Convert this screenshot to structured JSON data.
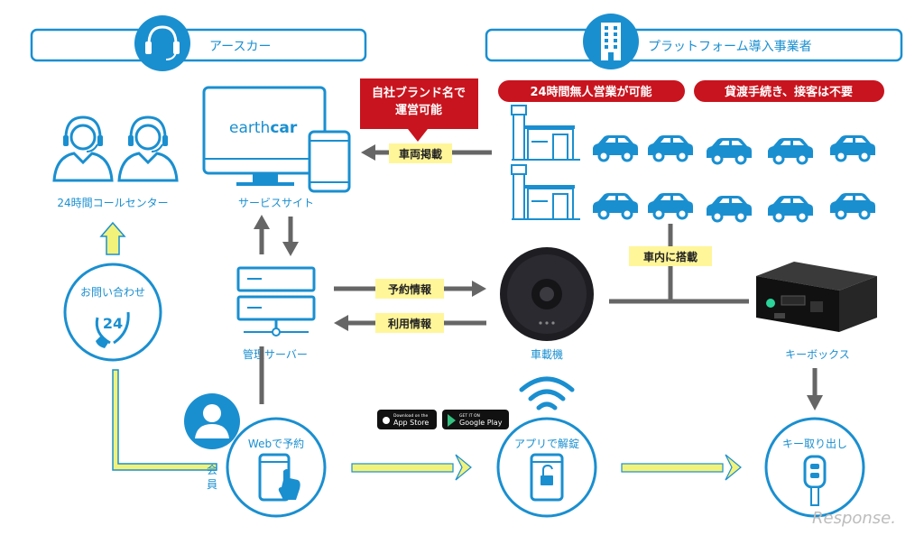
{
  "headers": {
    "left": "アースカー",
    "right": "プラットフォーム導入事業者"
  },
  "callouts": {
    "own_brand": [
      "自社ブランド名で",
      "運営可能"
    ],
    "unmanned": "24時間無人営業が可能",
    "no_procedures": "貸渡手続き、接客は不要"
  },
  "arrows": {
    "vehicle_listing": "車両掲載",
    "reservation_info": "予約情報",
    "usage_info": "利用情報",
    "in_car": "車内に搭載"
  },
  "nodes": {
    "call_center": "24時間コールセンター",
    "service_site": "サービスサイト",
    "mgmt_server": "管理サーバー",
    "onboard_unit": "車載機",
    "keybox": "キーボックス",
    "inquiry": "お問い合わせ",
    "web_reserve": "Webで予約",
    "app_unlock": "アプリで解錠",
    "key_retrieve": "キー取り出し",
    "member": [
      "会",
      "員"
    ]
  },
  "brand": {
    "logo_a": "earth",
    "logo_b": "car"
  },
  "icons": {
    "phone_badge": "24"
  },
  "stores": {
    "apple_small": "Download on the",
    "apple_big": "App Store",
    "google_small": "GET IT ON",
    "google_big": "Google Play"
  },
  "watermark": "Response.",
  "colors": {
    "blue": "#1a8fd0",
    "red": "#c8141e",
    "yellow": "#fff69a",
    "gray": "#666666",
    "lime": "#f2f27a"
  }
}
